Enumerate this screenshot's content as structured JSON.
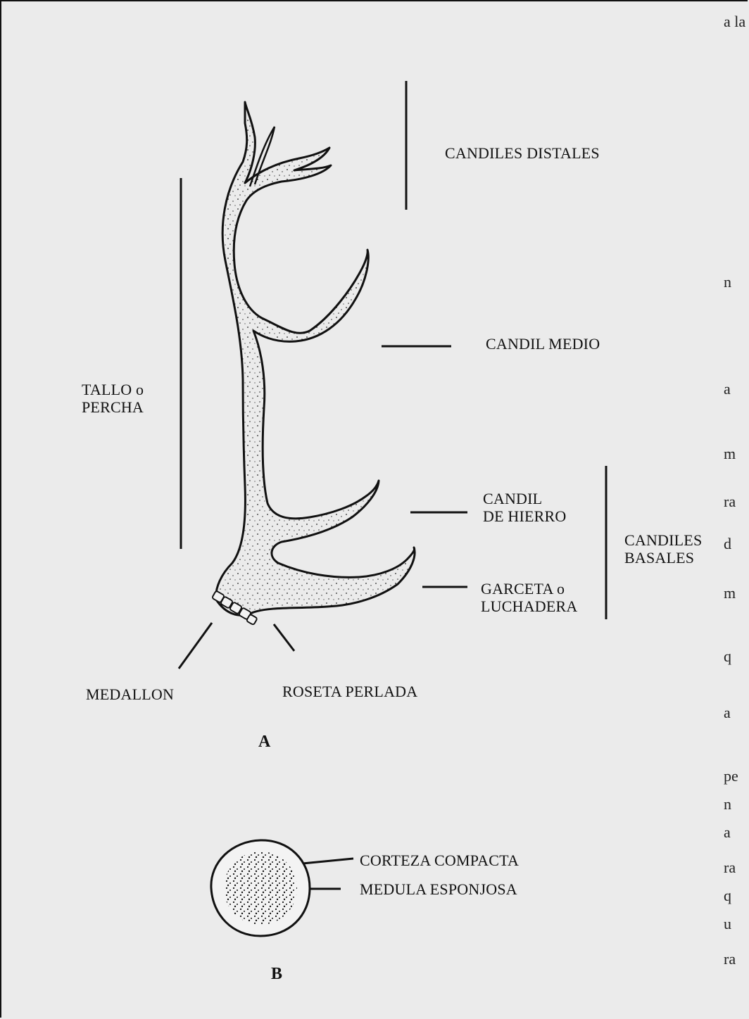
{
  "labels": {
    "candiles_distales": "CANDILES DISTALES",
    "candil_medio": "CANDIL MEDIO",
    "tallo_line1": "TALLO o",
    "tallo_line2": "PERCHA",
    "candil_hierro_line1": "CANDIL",
    "candil_hierro_line2": "DE HIERRO",
    "candiles_basales_line1": "CANDILES",
    "candiles_basales_line2": "BASALES",
    "garceta_line1": "GARCETA o",
    "garceta_line2": "LUCHADERA",
    "medallon": "MEDALLON",
    "roseta": "ROSETA PERLADA",
    "corteza": "CORTEZA COMPACTA",
    "medula": "MEDULA ESPONJOSA"
  },
  "figures": {
    "a": "A",
    "b": "B"
  },
  "background_fragments": [
    "a la",
    "n",
    "a",
    "m",
    "ra",
    "d",
    "m",
    "q",
    "a",
    "pe",
    "n",
    "a",
    "ra",
    "q",
    "u",
    "ra"
  ]
}
